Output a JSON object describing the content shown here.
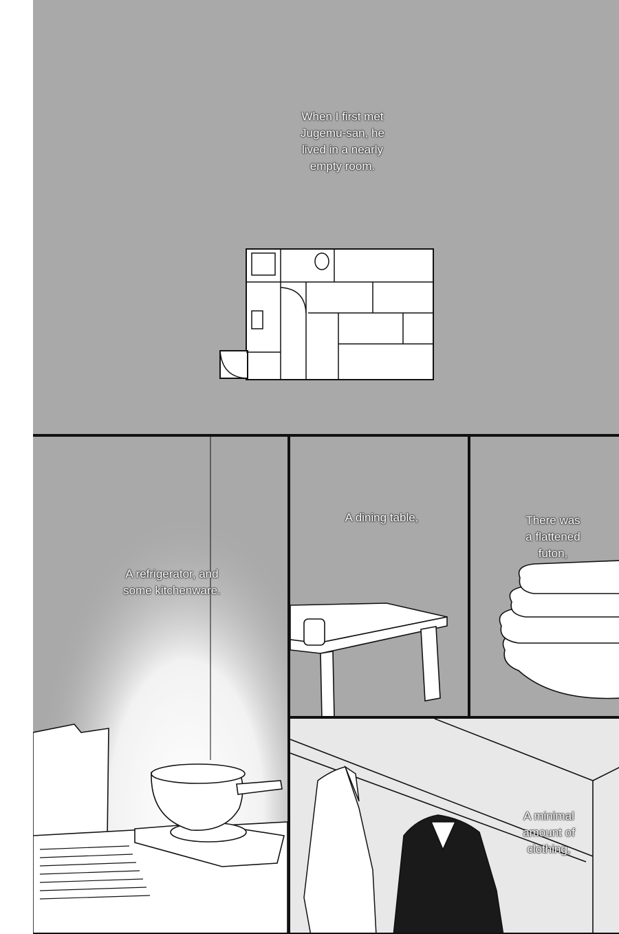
{
  "captions": {
    "first_met": "When I first met\nJugemu-san, he\nlived in a nearly\nempty room.",
    "refrigerator": "A refrigerator, and\nsome kitchenware.",
    "dining_table": "A dining table,",
    "futon": "There was\na flattened\nfuton,",
    "clothing": "A minimal\namount of\nclothing,"
  },
  "colors": {
    "tone": "#a9a9a9",
    "ink": "#111111",
    "paper": "#ffffff"
  }
}
